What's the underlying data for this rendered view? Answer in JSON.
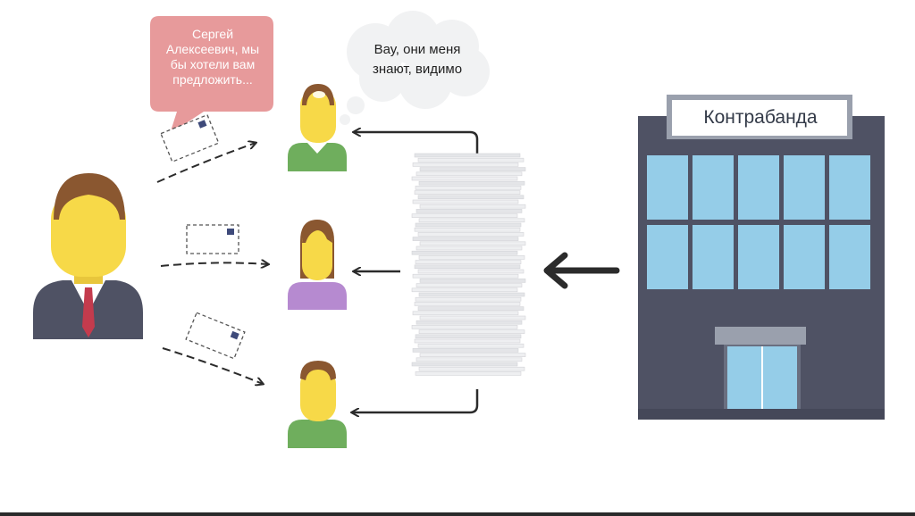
{
  "speech_bubble": {
    "text": "Сергей\nАлексеевич, мы\nбы хотели вам\nпредложить..."
  },
  "thought_bubble": {
    "text": "Вау, они меня\nзнают, видимо"
  },
  "building": {
    "sign": "Контрабанда"
  },
  "colors": {
    "skin": "#f7d948",
    "hair": "#8a5730",
    "suit": "#4f5264",
    "tie": "#c43b4d",
    "green_shirt": "#6fae5d",
    "purple_shirt": "#b68ad0",
    "speech_bubble": "#e79a9b",
    "building_body": "#4f5264",
    "window": "#95cde8",
    "arrow": "#2b2b2b"
  }
}
